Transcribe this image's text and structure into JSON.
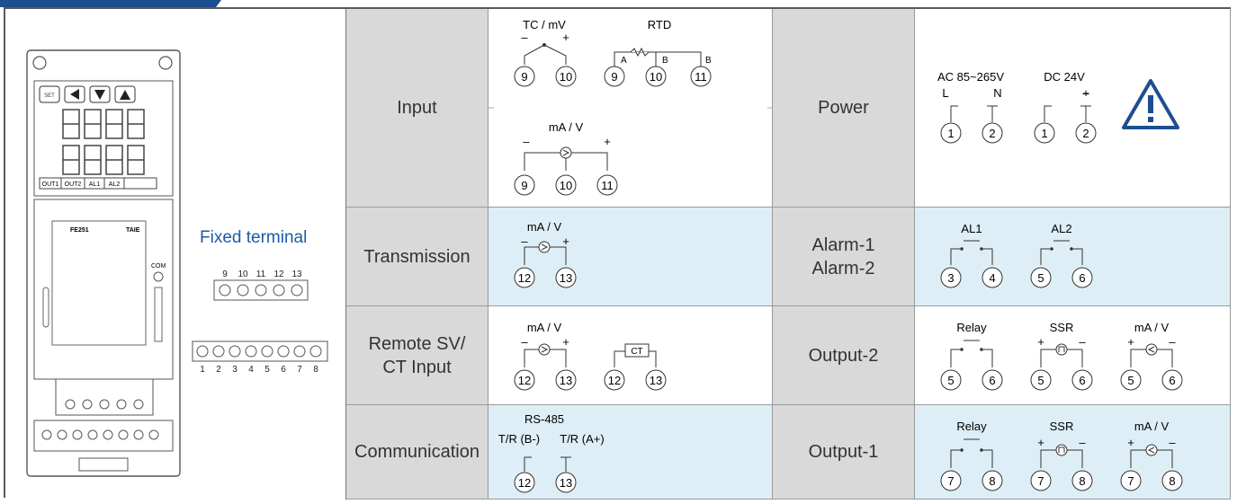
{
  "device": {
    "model": "FE251",
    "brand": "TAIE",
    "com_label": "COM",
    "set_key": "SET",
    "indicators": [
      "OUT1",
      "OUT2",
      "AL1",
      "AL2"
    ]
  },
  "fixed_terminal": {
    "title": "Fixed terminal",
    "top_numbers": [
      "9",
      "10",
      "11",
      "12",
      "13"
    ],
    "bottom_numbers": [
      "1",
      "2",
      "3",
      "4",
      "5",
      "6",
      "7",
      "8"
    ]
  },
  "rows": {
    "input": {
      "label": "Input",
      "tc_label": "TC / mV",
      "rtd_label": "RTD",
      "ma_label": "mA / V",
      "tc_terminals": [
        "9",
        "10"
      ],
      "rtd_terminals": [
        "9",
        "10",
        "11"
      ],
      "rtd_letters": [
        "A",
        "B",
        "B"
      ],
      "ma_terminals": [
        "9",
        "10",
        "11"
      ],
      "minus": "–",
      "plus": "+"
    },
    "power": {
      "label": "Power",
      "ac_label": "AC 85~265V",
      "dc_label": "DC 24V",
      "l": "L",
      "n": "N",
      "ac_terminals": [
        "1",
        "2"
      ],
      "dc_terminals": [
        "1",
        "2"
      ],
      "warning_icon": "warning-triangle-icon"
    },
    "transmission": {
      "label": "Transmission",
      "ma_label": "mA / V",
      "terminals": [
        "12",
        "13"
      ]
    },
    "alarm": {
      "label_line1": "Alarm-1",
      "label_line2": "Alarm-2",
      "al1": "AL1",
      "al2": "AL2",
      "al1_terminals": [
        "3",
        "4"
      ],
      "al2_terminals": [
        "5",
        "6"
      ]
    },
    "remote": {
      "label_line1": "Remote SV/",
      "label_line2": "CT Input",
      "ma_label": "mA / V",
      "ct_label": "CT",
      "ma_terminals": [
        "12",
        "13"
      ],
      "ct_terminals": [
        "12",
        "13"
      ]
    },
    "output2": {
      "label": "Output-2",
      "relay": "Relay",
      "ssr": "SSR",
      "ma": "mA / V",
      "terminals": [
        "5",
        "6"
      ]
    },
    "communication": {
      "label": "Communication",
      "rs485": "RS-485",
      "tr_b": "T/R (B-)",
      "tr_a": "T/R (A+)",
      "terminals": [
        "12",
        "13"
      ]
    },
    "output1": {
      "label": "Output-1",
      "relay": "Relay",
      "ssr": "SSR",
      "ma": "mA / V",
      "terminals": [
        "7",
        "8"
      ]
    }
  },
  "colors": {
    "label_bg": "#d9d9d9",
    "highlight_bg": "#ddeef6",
    "accent_blue": "#1d5aa5",
    "warning_blue": "#1d4e8f"
  }
}
